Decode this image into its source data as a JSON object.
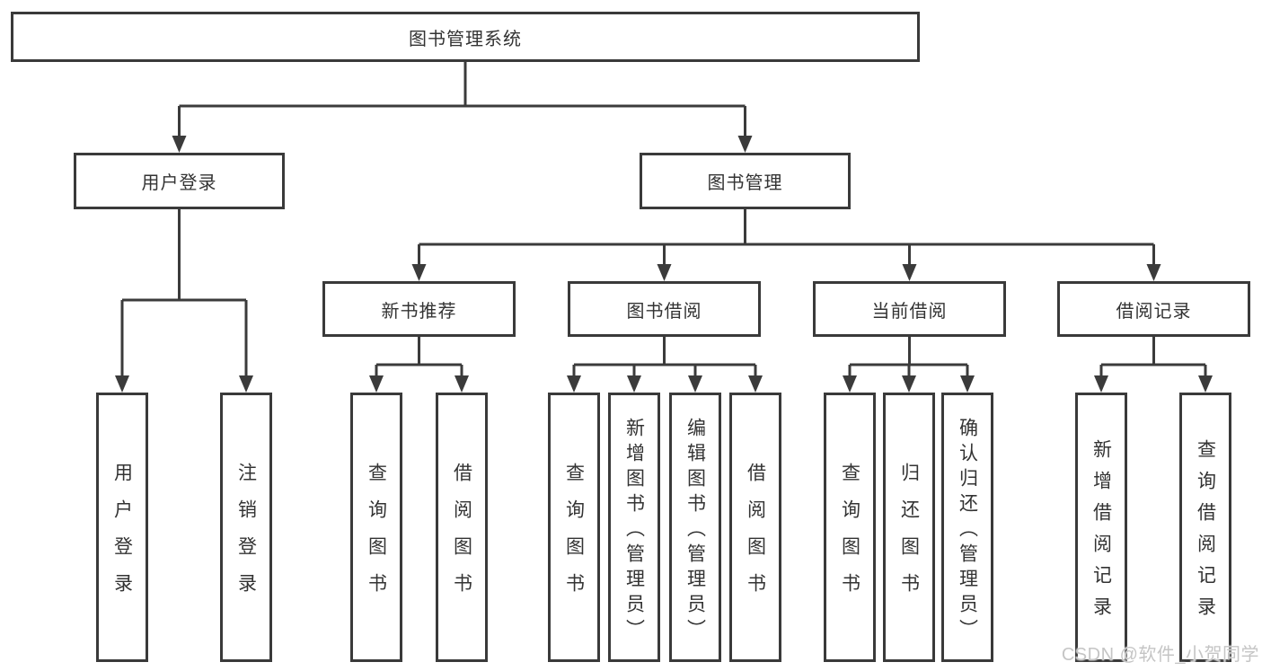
{
  "colors": {
    "box_border": "#3a3a3a",
    "connector": "#3b3b3b",
    "text": "#333333",
    "watermark": "#c5c5c5",
    "background": "#ffffff"
  },
  "watermark": "CSDN @软件_小贺同学",
  "tree": {
    "root": {
      "label": "图书管理系统"
    },
    "branches": [
      {
        "label": "用户登录",
        "children": [
          {
            "label": "用户登录"
          },
          {
            "label": "注销登录"
          }
        ]
      },
      {
        "label": "图书管理",
        "children": [
          {
            "label": "新书推荐",
            "children": [
              {
                "label": "查询图书"
              },
              {
                "label": "借阅图书"
              }
            ]
          },
          {
            "label": "图书借阅",
            "children": [
              {
                "label": "查询图书"
              },
              {
                "label": "新增图书（管理员）"
              },
              {
                "label": "编辑图书（管理员）"
              },
              {
                "label": "借阅图书"
              }
            ]
          },
          {
            "label": "当前借阅",
            "children": [
              {
                "label": "查询图书"
              },
              {
                "label": "归还图书"
              },
              {
                "label": "确认归还（管理员）"
              }
            ]
          },
          {
            "label": "借阅记录",
            "children": [
              {
                "label": "新增借阅记录"
              },
              {
                "label": "查询借阅记录"
              }
            ]
          }
        ]
      }
    ]
  }
}
